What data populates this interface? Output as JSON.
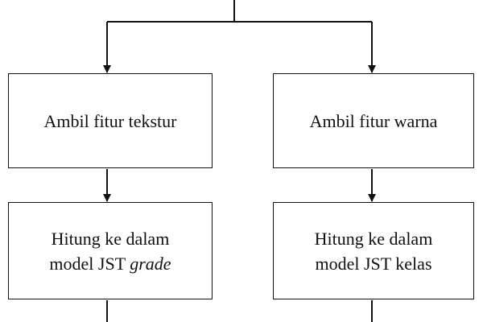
{
  "diagram": {
    "nodes": {
      "texture_feature": {
        "label": "Ambil fitur tekstur"
      },
      "color_feature": {
        "label": "Ambil fitur warna"
      },
      "grade_model": {
        "line1": "Hitung ke dalam",
        "line2_prefix": "model JST ",
        "line2_emphasis": "grade"
      },
      "class_model": {
        "line1": "Hitung ke dalam",
        "line2": "model JST kelas"
      }
    },
    "edges": [
      {
        "from": "input",
        "to": "texture_feature"
      },
      {
        "from": "input",
        "to": "color_feature"
      },
      {
        "from": "texture_feature",
        "to": "grade_model"
      },
      {
        "from": "color_feature",
        "to": "class_model"
      },
      {
        "from": "grade_model",
        "to": "output-left"
      },
      {
        "from": "class_model",
        "to": "output-right"
      }
    ],
    "colors": {
      "stroke": "#111111",
      "background": "#ffffff"
    }
  }
}
